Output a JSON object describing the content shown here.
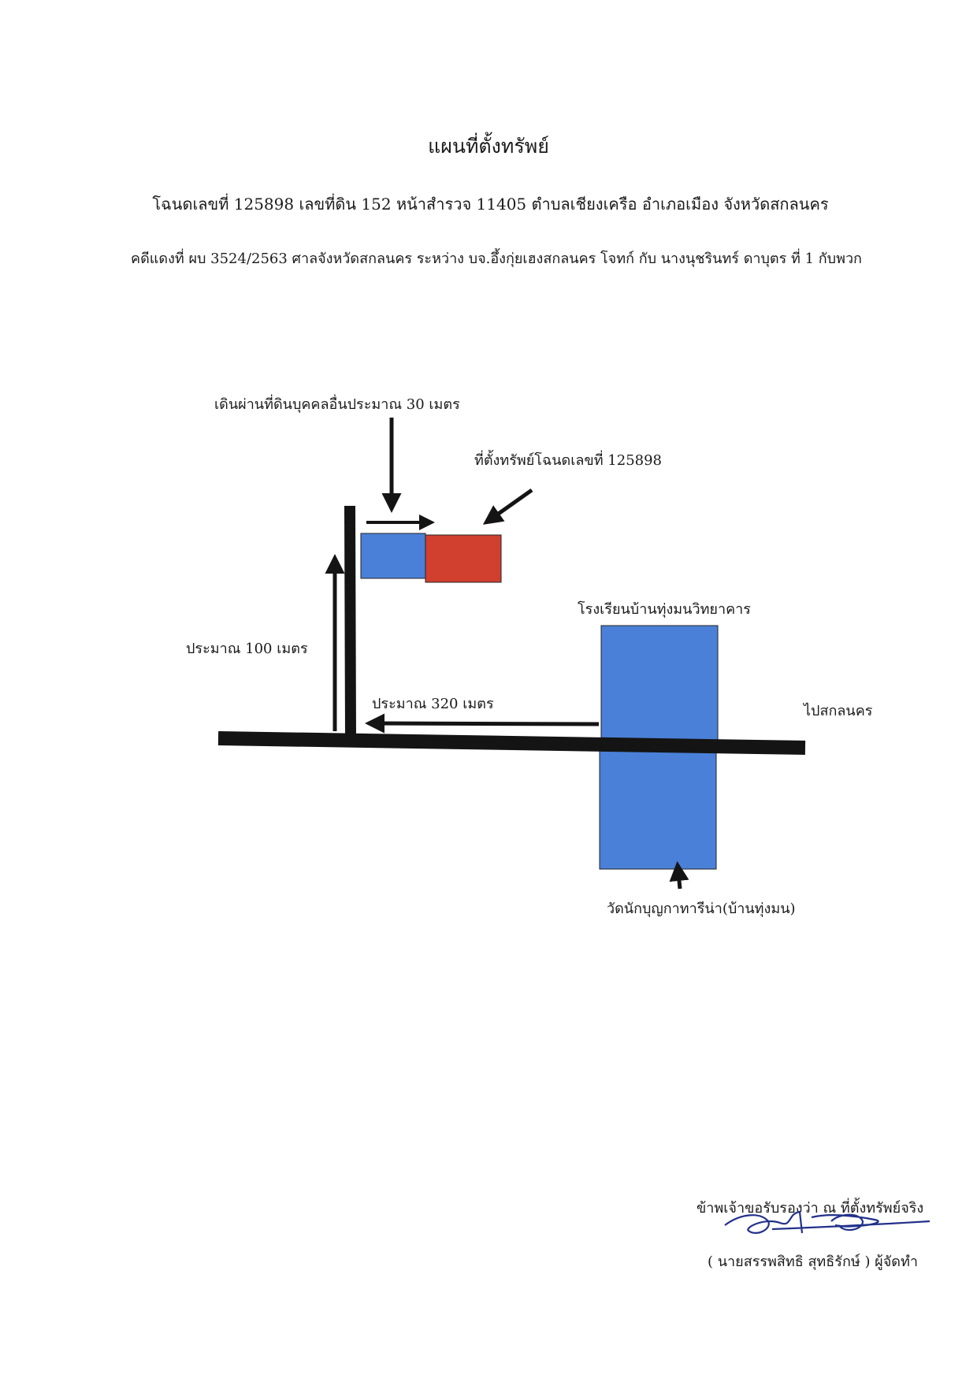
{
  "header": {
    "title": "แผนที่ตั้งทรัพย์",
    "line1": "โฉนดเลขที่ 125898  เลขที่ดิน 152 หน้าสำรวจ 11405  ตำบลเชียงเครือ  อำเภอเมือง  จังหวัดสกลนคร",
    "line2": "คดีแดงที่ ผบ 3524/2563 ศาลจังหวัดสกลนคร ระหว่าง บจ.อึ้งกุ่ยเฮงสกลนคร โจทก์ กับ นางนุชรินทร์  ดาบุตร ที่ 1 กับพวก"
  },
  "map": {
    "labels": {
      "walk": "เดินผ่านที่ดินบุคคลอื่นประมาณ 30 เมตร",
      "property": "ที่ตั้งทรัพย์โฉนดเลขที่ 125898",
      "dist100": "ประมาณ 100 เมตร",
      "dist320": "ประมาณ 320 เมตร",
      "school": "โรงเรียนบ้านทุ่งมนวิทยาคาร",
      "to_city": "ไปสกลนคร",
      "temple": "วัดนักบุญกาทารีน่า(บ้านทุ่งมน)"
    },
    "colors": {
      "road": "#141414",
      "blue": "#4a80d8",
      "red": "#d1402f"
    }
  },
  "footer": {
    "certify": "ข้าพเจ้าขอรับรองว่า ณ ที่ตั้งทรัพย์จริง",
    "name": "( นายสรรพสิทธิ  สุทธิรักษ์ ) ผู้จัดทำ"
  }
}
